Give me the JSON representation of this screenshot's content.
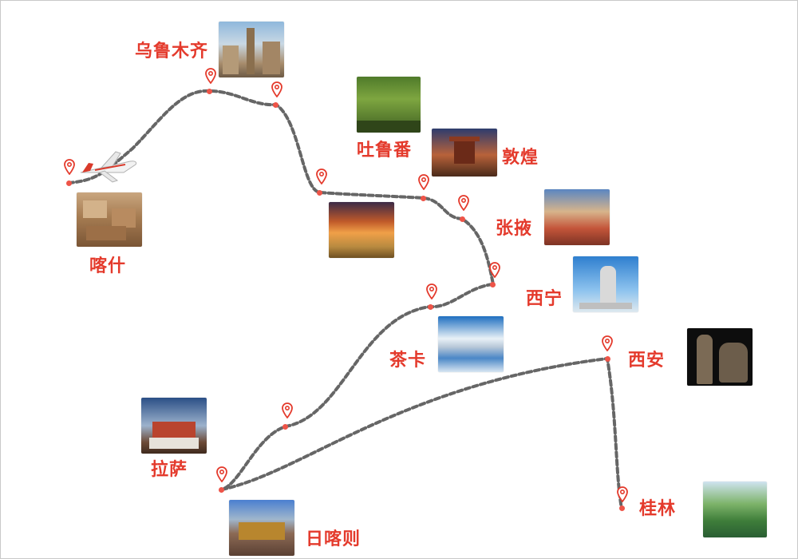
{
  "map": {
    "route_color": "#666666",
    "accent_color": "#e43a2c",
    "stops": [
      {
        "id": "kashgar",
        "name": "喀什"
      },
      {
        "id": "urumqi",
        "name": "乌鲁木齐"
      },
      {
        "id": "turpan",
        "name": "吐鲁番"
      },
      {
        "id": "dunhuang",
        "name": "敦煌"
      },
      {
        "id": "zhangye",
        "name": "张掖"
      },
      {
        "id": "xining",
        "name": "西宁"
      },
      {
        "id": "chaka",
        "name": "茶卡"
      },
      {
        "id": "lhasa",
        "name": "拉萨"
      },
      {
        "id": "shigatse",
        "name": "日喀则"
      },
      {
        "id": "xian",
        "name": "西安"
      },
      {
        "id": "guilin",
        "name": "桂林"
      }
    ],
    "icons": {
      "marker": "map-pin-icon",
      "transport": "airplane-icon"
    }
  }
}
